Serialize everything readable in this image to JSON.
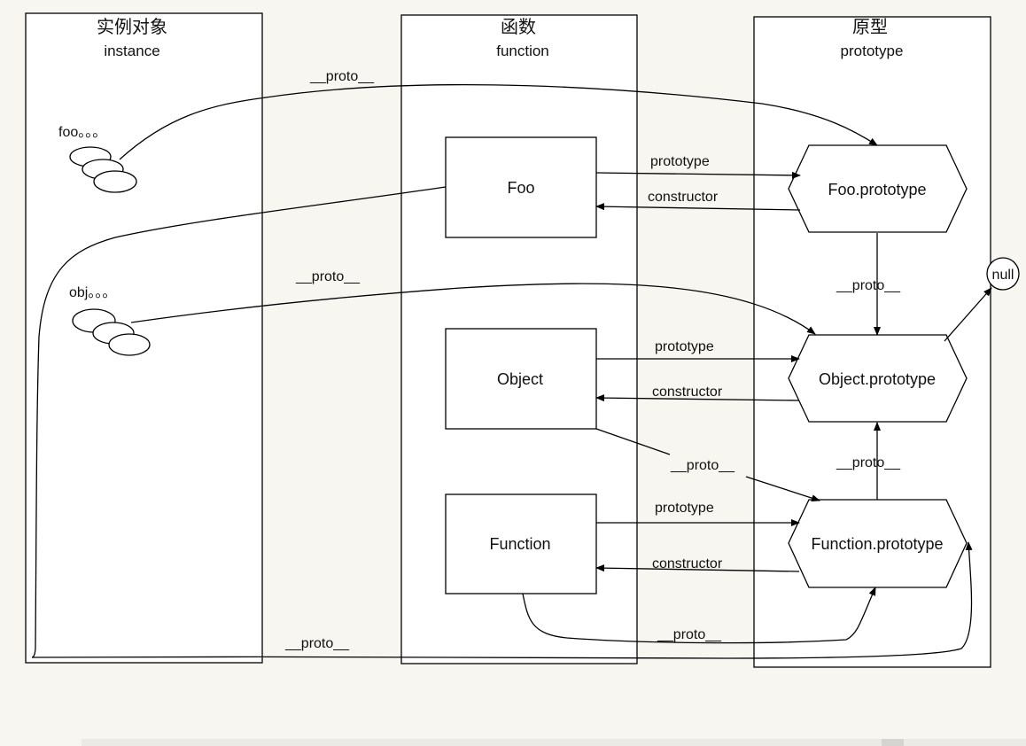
{
  "columns": {
    "instance": {
      "title": "实例对象",
      "subtitle": "instance"
    },
    "function": {
      "title": "函数",
      "subtitle": "function"
    },
    "prototype": {
      "title": "原型",
      "subtitle": "prototype"
    }
  },
  "instances": {
    "foo": "foo。。。",
    "obj": "obj。。。"
  },
  "functions": {
    "foo": "Foo",
    "object": "Object",
    "function": "Function"
  },
  "prototypes": {
    "foo": "Foo.prototype",
    "object": "Object.prototype",
    "function": "Function.prototype",
    "null": "null"
  },
  "edges": {
    "proto": "__proto__",
    "prototype": "prototype",
    "constructor": "constructor"
  },
  "colors": {
    "background": "#f8f6f0",
    "stroke": "#000000",
    "fill": "#ffffff"
  }
}
